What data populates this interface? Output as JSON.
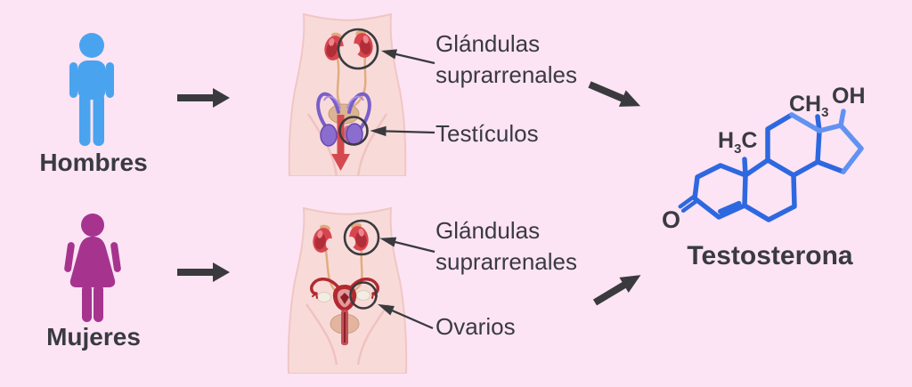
{
  "background_color": "#FCE4F4",
  "colors": {
    "bg": "#FCE4F4",
    "male_icon": "#4AA3EF",
    "female_icon": "#A6348F",
    "arrow_dark": "#3A3A3E",
    "text_dark": "#3A3A42",
    "molecule_blue": "#2E68E0",
    "molecule_blue_light": "#6292F1",
    "torso_pink": "#F8DBD9",
    "torso_edge": "#F1C6C4",
    "kidney_red": "#D8454E",
    "repro_purple": "#7A5FC9",
    "uterus_red": "#B2292F"
  },
  "men_row": {
    "label": "Hombres",
    "adrenal_label_line1": "Glándulas",
    "adrenal_label_line2": "suprarrenales",
    "gonad_label": "Testículos"
  },
  "women_row": {
    "label": "Mujeres",
    "adrenal_label_line1": "Glándulas",
    "adrenal_label_line2": "suprarrenales",
    "gonad_label": "Ovarios"
  },
  "molecule": {
    "name": "Testosterona",
    "labels": {
      "methyl_c13_main": "CH",
      "methyl_c13_sub": "3",
      "hydroxyl": "OH",
      "methyl_c10_h": "H",
      "methyl_c10_sub": "3",
      "methyl_c10_c": "C",
      "ketone_o": "O"
    }
  }
}
